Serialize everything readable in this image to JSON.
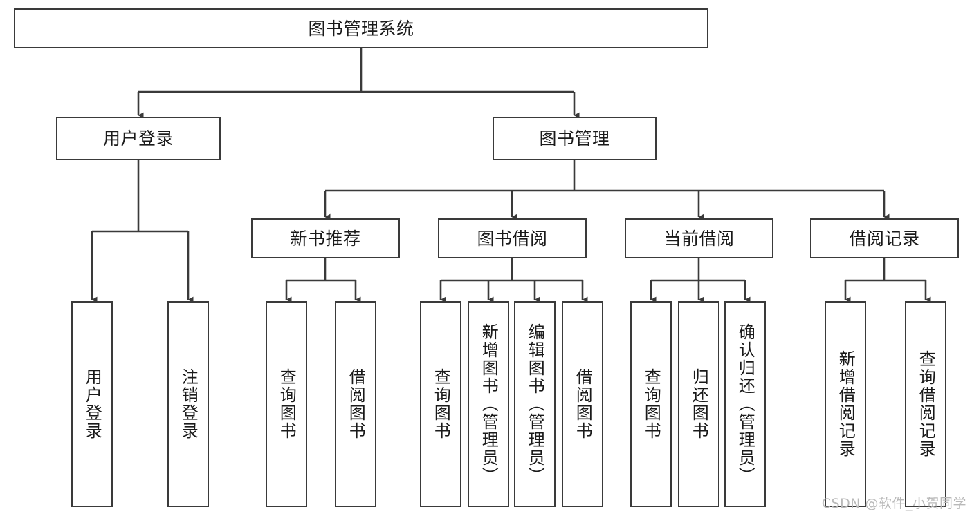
{
  "diagram": {
    "type": "tree-hierarchy",
    "title": "图书管理系统",
    "watermark": "CSDN @软件_小贺同学",
    "colors": {
      "border": "#3a3a3a",
      "background": "#ffffff",
      "text": "#1a1a1a",
      "edge": "#3a3a3a",
      "watermark": "#b9b9b9"
    },
    "root": {
      "id": "root",
      "label": "图书管理系统"
    },
    "level1": [
      {
        "id": "user-login",
        "label": "用户登录"
      },
      {
        "id": "book-manage",
        "label": "图书管理"
      }
    ],
    "level2": [
      {
        "id": "new-book-recommend",
        "label": "新书推荐",
        "parent": "book-manage"
      },
      {
        "id": "book-borrow",
        "label": "图书借阅",
        "parent": "book-manage"
      },
      {
        "id": "current-borrow",
        "label": "当前借阅",
        "parent": "book-manage"
      },
      {
        "id": "borrow-record",
        "label": "借阅记录",
        "parent": "book-manage"
      }
    ],
    "leaves": [
      {
        "id": "leaf-user-login",
        "label": "用户登录",
        "parent": "user-login"
      },
      {
        "id": "leaf-user-logout",
        "label": "注销登录",
        "parent": "user-login"
      },
      {
        "id": "leaf-query-book-1",
        "label": "查询图书",
        "parent": "new-book-recommend"
      },
      {
        "id": "leaf-borrow-book-1",
        "label": "借阅图书",
        "parent": "new-book-recommend"
      },
      {
        "id": "leaf-query-book-2",
        "label": "查询图书",
        "parent": "book-borrow"
      },
      {
        "id": "leaf-add-book",
        "label": "新增图书（管理员）",
        "parent": "book-borrow"
      },
      {
        "id": "leaf-edit-book",
        "label": "编辑图书（管理员）",
        "parent": "book-borrow"
      },
      {
        "id": "leaf-borrow-book-2",
        "label": "借阅图书",
        "parent": "book-borrow"
      },
      {
        "id": "leaf-query-book-3",
        "label": "查询图书",
        "parent": "current-borrow"
      },
      {
        "id": "leaf-return-book",
        "label": "归还图书",
        "parent": "current-borrow"
      },
      {
        "id": "leaf-confirm-return",
        "label": "确认归还（管理员）",
        "parent": "current-borrow"
      },
      {
        "id": "leaf-add-record",
        "label": "新增借阅记录",
        "parent": "borrow-record"
      },
      {
        "id": "leaf-query-record",
        "label": "查询借阅记录",
        "parent": "borrow-record"
      }
    ]
  }
}
